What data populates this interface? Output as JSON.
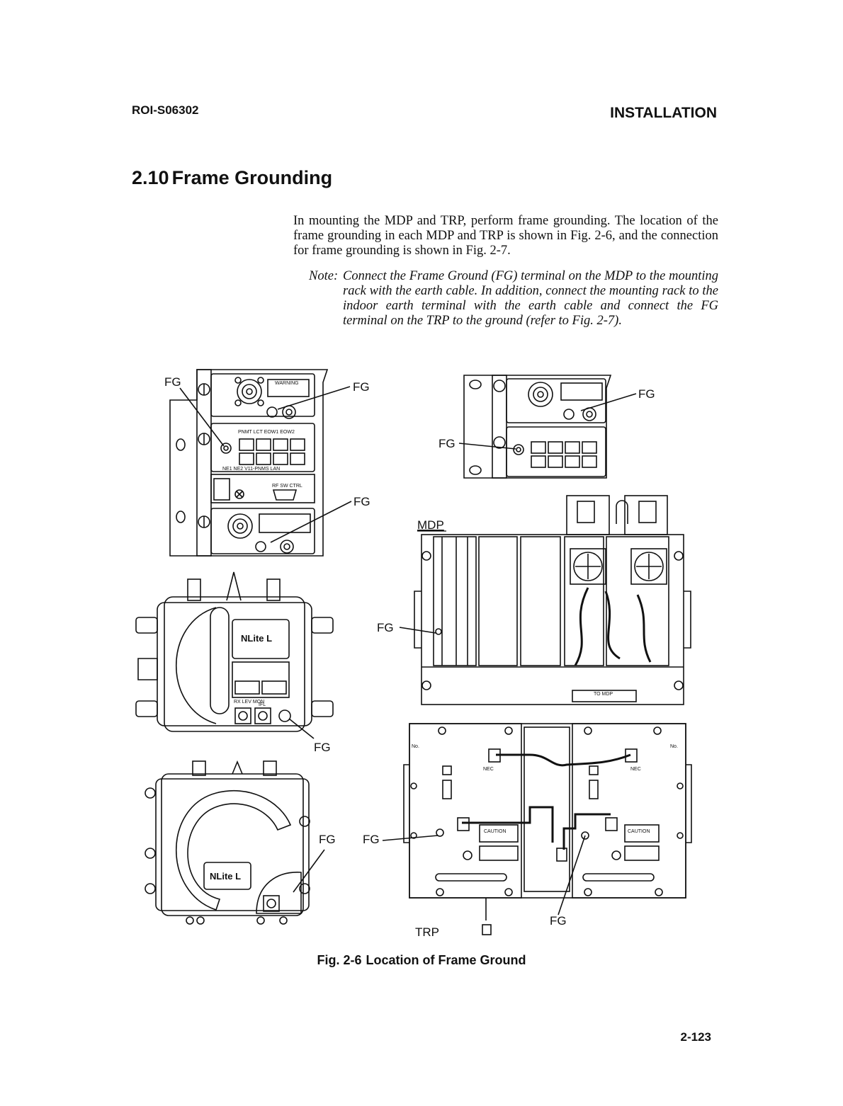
{
  "header": {
    "doc_id": "ROI-S06302",
    "section": "INSTALLATION"
  },
  "section": {
    "number": "2.10",
    "title": "Frame Grounding"
  },
  "body_text": "In mounting the MDP and TRP, perform frame grounding. The location of the frame grounding in each MDP and TRP is shown in Fig. 2-6, and the connection for frame grounding is shown in Fig. 2-7.",
  "note": {
    "label": "Note:",
    "text": "Connect the Frame Ground (FG) terminal on the MDP to the mounting rack with the earth cable. In addition, connect the mounting rack to the indoor earth terminal with the earth cable and connect the FG terminal on the TRP to the ground (refer to Fig. 2-7)."
  },
  "figure": {
    "fg_label": "FG",
    "mdp_label": "MDP",
    "trp_label": "TRP",
    "panel_labels": {
      "ports_top": "PNMT LCT EOW1 EOW2",
      "ports_bottom": "NE1 NE2 V11-PNMS LAN",
      "rf_sw": "RF SW CTRL",
      "warning": "WARNING",
      "caution": "CAUTION",
      "rx_lev": "RX LEV MON",
      "ifl": "IFL",
      "nec": "NEC",
      "no": "No.",
      "to_mdp": "TO MDP"
    },
    "logo": "NLite L",
    "caption_number": "Fig. 2-6",
    "caption_title": "Location of Frame Ground"
  },
  "footer": {
    "page_number": "2-123"
  }
}
